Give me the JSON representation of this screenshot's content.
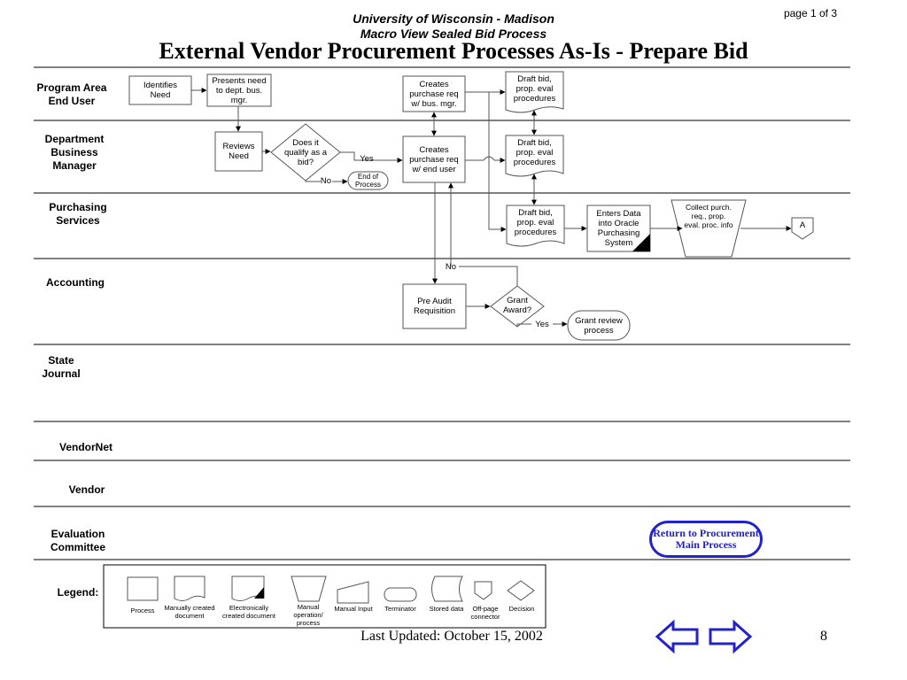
{
  "header": {
    "university": "University of Wisconsin - Madison",
    "subtitle": "Macro View Sealed Bid Process",
    "title": "External Vendor Procurement Processes As-Is - Prepare Bid",
    "page_info": "page 1 of 3"
  },
  "lanes": [
    {
      "name": "Program Area End User"
    },
    {
      "name": "Department Business Manager"
    },
    {
      "name": "Purchasing Services"
    },
    {
      "name": "Accounting"
    },
    {
      "name": "State Journal"
    },
    {
      "name": "VendorNet"
    },
    {
      "name": "Vendor"
    },
    {
      "name": "Evaluation Committee"
    }
  ],
  "nodes": {
    "identifies_need": "Identifies Need",
    "presents_need": "Presents need to dept. bus. mgr.",
    "creates_req_bus_mgr": "Creates purchase req w/ bus. mgr.",
    "draft_bid_user": "Draft bid, prop. eval procedures",
    "reviews_need": "Reviews Need",
    "qualify_bid": "Does it qualify as a bid?",
    "creates_req_end_user": "Creates purchase req w/ end user",
    "draft_bid_mgr": "Draft bid, prop. eval procedures",
    "end_of_process": "End of Process",
    "draft_bid_purch": "Draft bid, prop. eval procedures",
    "enters_data": "Enters Data into Oracle Purchasing System",
    "collect_info": "Collect purch. req., prop. eval. proc. info",
    "connector_a": "A",
    "pre_audit": "Pre Audit Requisition",
    "grant_award": "Grant Award?",
    "grant_review": "Grant review process"
  },
  "edge_labels": {
    "yes_qualify": "Yes",
    "no_qualify": "No",
    "no_grant": "No",
    "yes_grant": "Yes"
  },
  "legend": {
    "title": "Legend:",
    "items": [
      {
        "icon": "process-icon",
        "label": "Process"
      },
      {
        "icon": "manual-document-icon",
        "label": "Manually created document"
      },
      {
        "icon": "electronic-document-icon",
        "label": "Electronically created document"
      },
      {
        "icon": "manual-operation-icon",
        "label": "Manual operation/ process"
      },
      {
        "icon": "manual-input-icon",
        "label": "Manual Input"
      },
      {
        "icon": "terminator-icon",
        "label": "Terminator"
      },
      {
        "icon": "stored-data-icon",
        "label": "Stored data"
      },
      {
        "icon": "off-page-connector-icon",
        "label": "Off-page connector"
      },
      {
        "icon": "decision-icon",
        "label": "Decision"
      }
    ]
  },
  "buttons": {
    "return": "Return to Procurement Main Process"
  },
  "footer": {
    "last_updated": "Last Updated:  October 15, 2002",
    "page_number": "8"
  },
  "colors": {
    "accent": "#2222cc"
  }
}
